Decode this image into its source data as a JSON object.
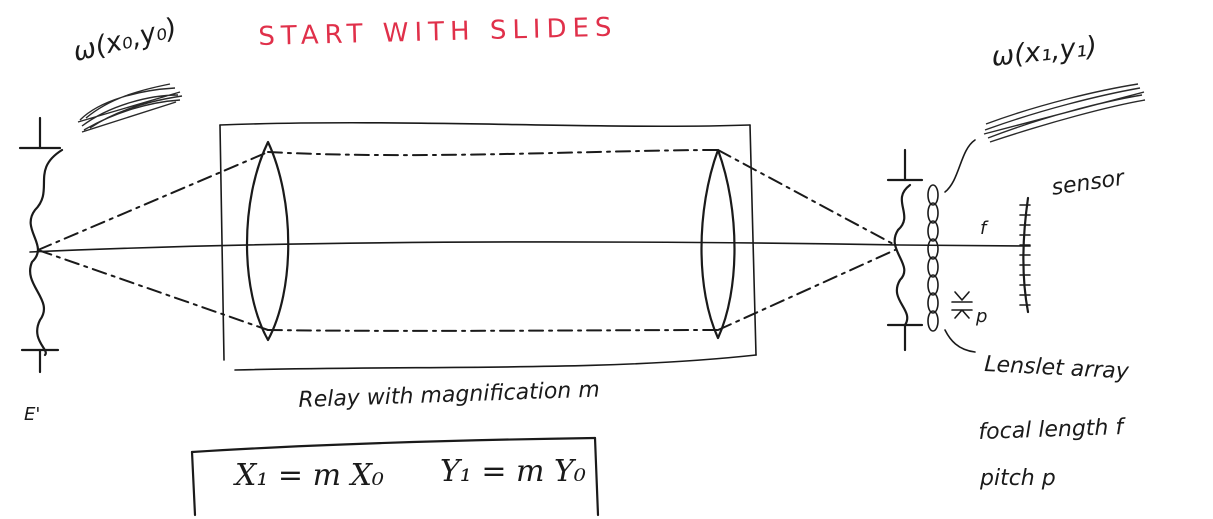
{
  "title": "START WITH SLIDES",
  "labels": {
    "w_input": "ω(x₀,y₀)",
    "w_output": "ω(x₁,y₁)",
    "sensor": "sensor",
    "f_marker": "f",
    "p_marker": "p",
    "relay": "Relay with magnification m",
    "lenslet_line1": "Lenslet array",
    "lenslet_line2": "focal length f",
    "lenslet_line3": "pitch p",
    "e_prime": "E'"
  },
  "equations": {
    "eq1": "X₁ = m X₀",
    "eq2": "Y₁ = m Y₀"
  },
  "colors": {
    "ink": "#1a1a1a",
    "title_red": "#e0304a"
  }
}
